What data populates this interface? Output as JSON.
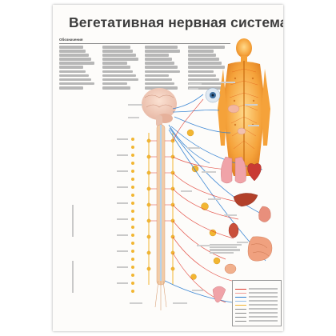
{
  "poster": {
    "title": "Вегетативная нервная система",
    "legend_heading": "Обозначения",
    "legend_columns": 4,
    "legend_lines_per_column": 11
  },
  "colors": {
    "sympathetic": "#e03a2f",
    "parasympathetic": "#2f7fd1",
    "ganglia": "#f2b632",
    "spinal_cord": "#f3cba6",
    "body_silhouette": "#f5a23a",
    "organs": "#d9534f"
  }
}
